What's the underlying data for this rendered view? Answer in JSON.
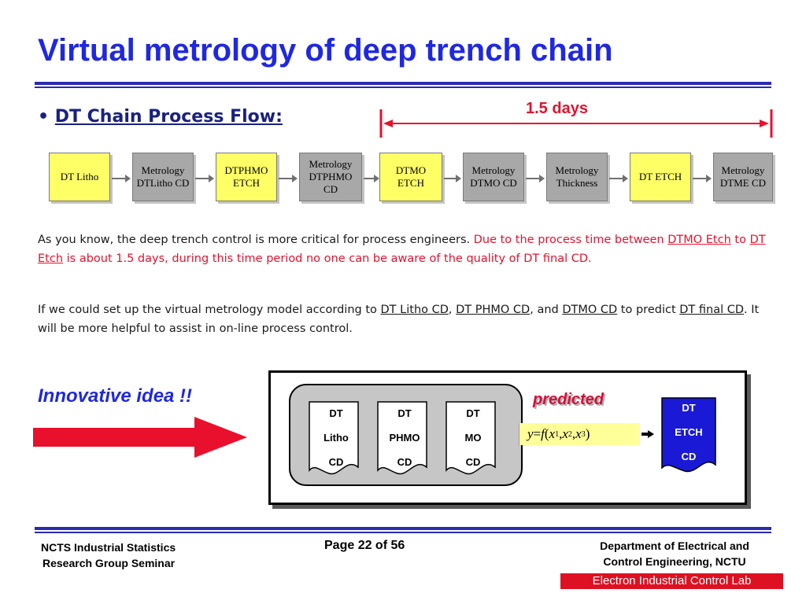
{
  "title": "Virtual metrology of deep trench chain",
  "bullet": {
    "marker": "•",
    "label": "DT Chain Process Flow:"
  },
  "duration": {
    "label": "1.5 days",
    "color": "#e8102c"
  },
  "flow_steps": [
    {
      "line1": "DT Litho",
      "line2": "",
      "type": "process"
    },
    {
      "line1": "Metrology",
      "line2": "DTLitho CD",
      "type": "measurement"
    },
    {
      "line1": "DTPHMO",
      "line2": "ETCH",
      "type": "process"
    },
    {
      "line1": "Metrology",
      "line2": "DTPHMO CD",
      "type": "measurement"
    },
    {
      "line1": "DTMO ETCH",
      "line2": "",
      "type": "process"
    },
    {
      "line1": "Metrology",
      "line2": "DTMO CD",
      "type": "measurement"
    },
    {
      "line1": "Metrology",
      "line2": "Thickness",
      "type": "measurement"
    },
    {
      "line1": "DT ETCH",
      "line2": "",
      "type": "process"
    },
    {
      "line1": "Metrology",
      "line2": "DTME CD",
      "type": "measurement"
    }
  ],
  "paragraph1": {
    "intro": "As you know, the deep trench control is more critical for process engineers. ",
    "red_a": "Due to the process time between ",
    "link_a": "DTMO Etch",
    "red_b": " to ",
    "link_b": "DT Etch",
    "red_c": " is about 1.5 days, during this time period no one can be aware of the quality of DT final CD."
  },
  "paragraph2": {
    "a": "If we could set up the virtual metrology model according to ",
    "u1": "DT Litho CD",
    "b": ", ",
    "u2": "DT PHMO CD",
    "c": ", and ",
    "u3": "DTMO CD",
    "d": " to predict ",
    "u4": "DT final CD",
    "e": ". It will be more helpful to assist in on-line process control."
  },
  "innovative": "Innovative idea !!",
  "inputs": [
    {
      "l1": "DT",
      "l2": "Litho",
      "l3": "CD"
    },
    {
      "l1": "DT",
      "l2": "PHMO",
      "l3": "CD"
    },
    {
      "l1": "DT",
      "l2": "MO",
      "l3": "CD"
    }
  ],
  "predicted_label": "predicted",
  "formula": {
    "lhs": "y",
    "eq": " = ",
    "fn": "f",
    "open": " (",
    "x": "x",
    "s1": "1",
    "s2": "2",
    "s3": "3",
    "sep": " , ",
    "close": " )"
  },
  "output": {
    "l1": "DT",
    "l2": "ETCH",
    "l3": "CD"
  },
  "footer": {
    "left_line1": "NCTS Industrial Statistics",
    "left_line2": "Research Group Seminar",
    "page": "Page 22 of 56",
    "right_line1": "Department of Electrical and",
    "right_line2": "Control Engineering, NCTU",
    "lab": "Electron Industrial Control Lab"
  },
  "colors": {
    "title_blue": "#1f28e0",
    "accent_red": "#e8102c",
    "process_yellow": "#ffff66",
    "measure_gray": "#a8a8a8",
    "output_blue": "#1a1ad6"
  }
}
